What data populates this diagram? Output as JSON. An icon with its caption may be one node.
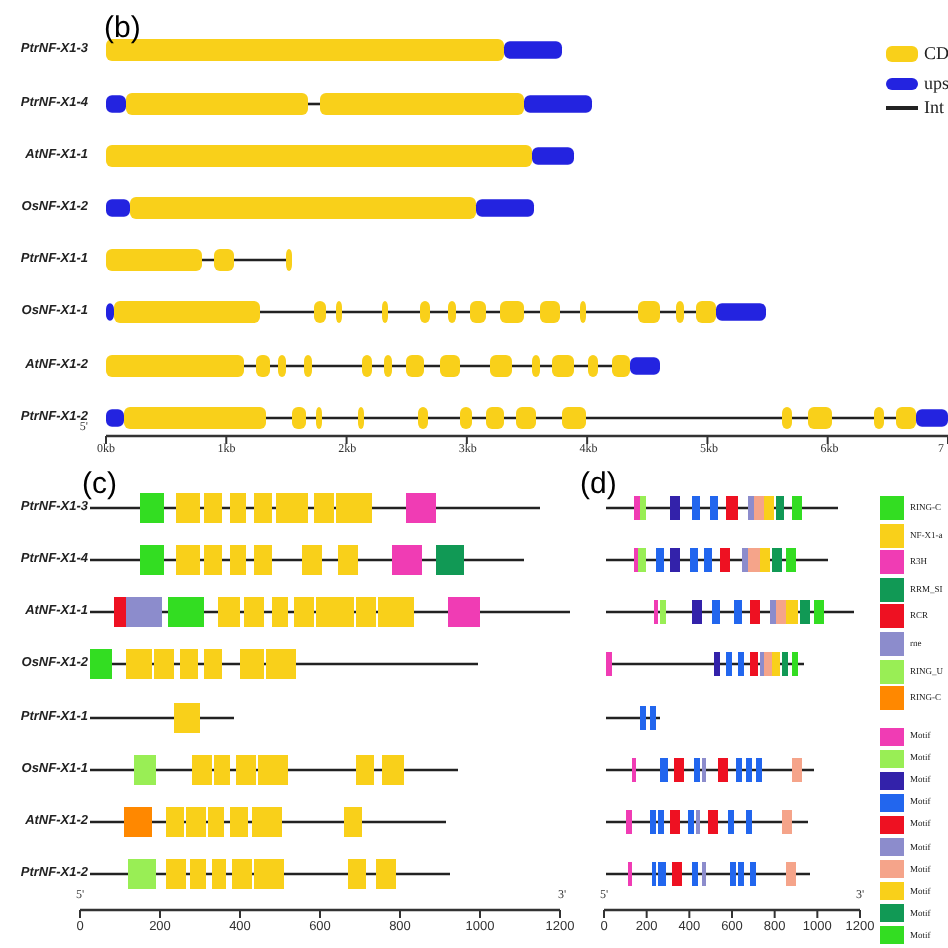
{
  "diagram": {
    "labels": [
      "(b)",
      "PtrNF-X1-3",
      "PtrNF-X1-4",
      "AtNF-X1-1",
      "OsNF-X1-2",
      "PtrNF-X1-1",
      "OsNF-X1-1",
      "AtNF-X1-2",
      "PtrNF-X1-2",
      "5'",
      "0kb",
      "1kb",
      "2kb",
      "3kb",
      "4kb",
      "5kb",
      "6kb",
      "7",
      "(c)",
      "PtrNF-X1-3",
      "PtrNF-X1-4",
      "AtNF-X1-1",
      "OsNF-X1-2",
      "PtrNF-X1-1",
      "OsNF-X1-1",
      "AtNF-X1-2",
      "PtrNF-X1-2",
      "5'",
      "3'",
      "0",
      "200",
      "400",
      "600",
      "800",
      "1000",
      "1200",
      "(d)",
      "5'",
      "3'",
      "0",
      "200",
      "400",
      "600",
      "800",
      "1000",
      "1200"
    ],
    "legend": [
      {
        "text": "CD",
        "color": "#f9d01a"
      },
      {
        "text": "ups",
        "color": "#2323e0"
      },
      {
        "text": "Int"
      },
      {
        "text": "RING-C",
        "color": "#33dd22"
      },
      {
        "text": "NF-X1-a",
        "color": "#f9d01a"
      },
      {
        "text": "R3H",
        "color": "#f03cb4"
      },
      {
        "text": "RRM_SI",
        "color": "#119955"
      },
      {
        "text": "RCR",
        "color": "#ee1122"
      },
      {
        "text": "rne",
        "color": "#8c8ccc"
      },
      {
        "text": "RING_U",
        "color": "#99ee55"
      },
      {
        "text": "RING-C",
        "color": "#ff8800"
      },
      {
        "text": "Motif",
        "color": "#f03cb4"
      },
      {
        "text": "Motif",
        "color": "#99ee55"
      },
      {
        "text": "Motif",
        "color": "#3322aa"
      },
      {
        "text": "Motif",
        "color": "#2266ee"
      },
      {
        "text": "Motif",
        "color": "#ee1122"
      },
      {
        "text": "Motif",
        "color": "#8c8ccc"
      },
      {
        "text": "Motif",
        "color": "#f5a48a"
      },
      {
        "text": "Motif",
        "color": "#f9d01a"
      },
      {
        "text": "Motif",
        "color": "#119955"
      },
      {
        "text": "Motif",
        "color": "#33dd22"
      }
    ]
  }
}
